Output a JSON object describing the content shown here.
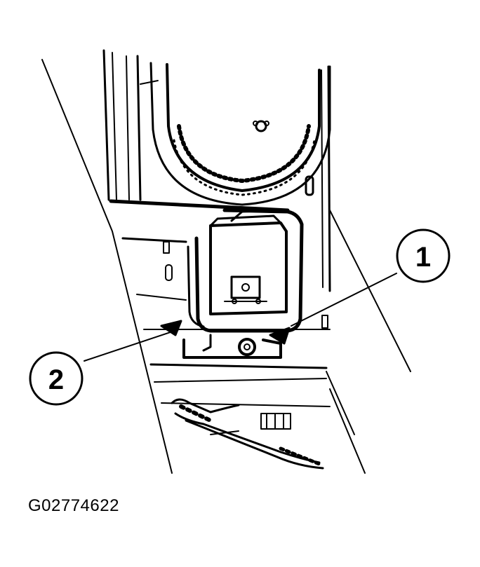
{
  "callouts": [
    {
      "label": "1"
    },
    {
      "label": "2"
    }
  ],
  "figure_id": "G02774622"
}
